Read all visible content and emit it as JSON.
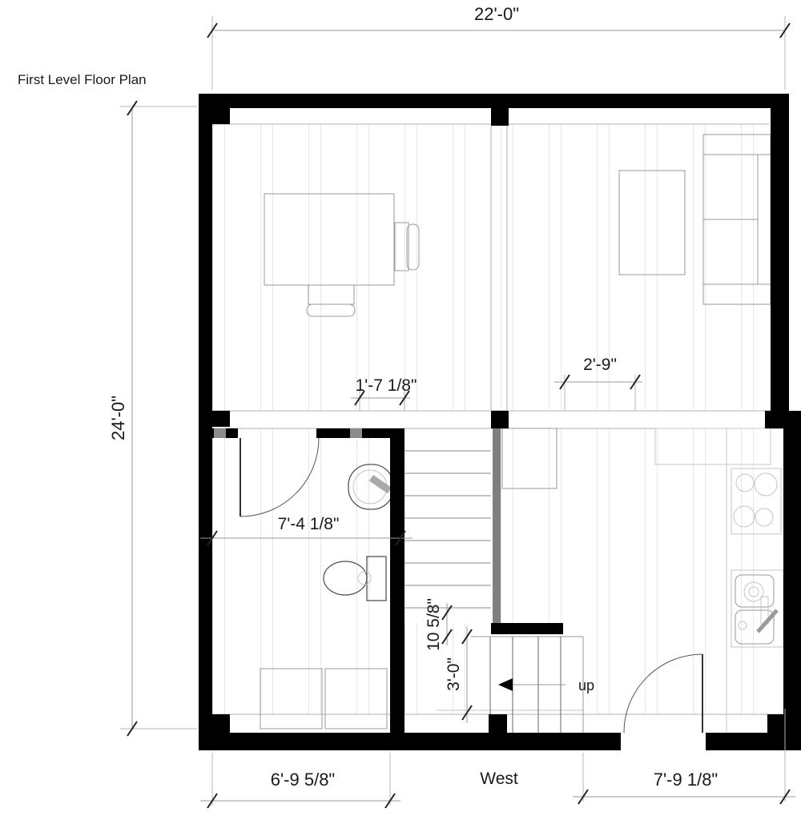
{
  "title": "First Level Floor Plan",
  "labels": {
    "compass": "West",
    "stairs_direction": "up"
  },
  "dimensions": {
    "overall_width_top": "22'-0\"",
    "overall_depth_left": "24'-0\"",
    "upper_room_offset": "1'-7 1/8\"",
    "living_room_offset": "2'-9\"",
    "bathroom_width": "7'-4 1/8\"",
    "stair_tread_depth": "10 5/8\"",
    "stair_run_width": "3'-0\"",
    "bedroom_width_bottom": "6'-9 5/8\"",
    "entry_width_bottom": "7'-9 1/8\""
  },
  "colors": {
    "walls": "#000000",
    "stair_wall_gray": "#7f7f7f",
    "dimension_lines": "#9a9a9a",
    "text": "#1a1a1a",
    "floor_lines": "#e6e6e6",
    "background": "#ffffff"
  }
}
